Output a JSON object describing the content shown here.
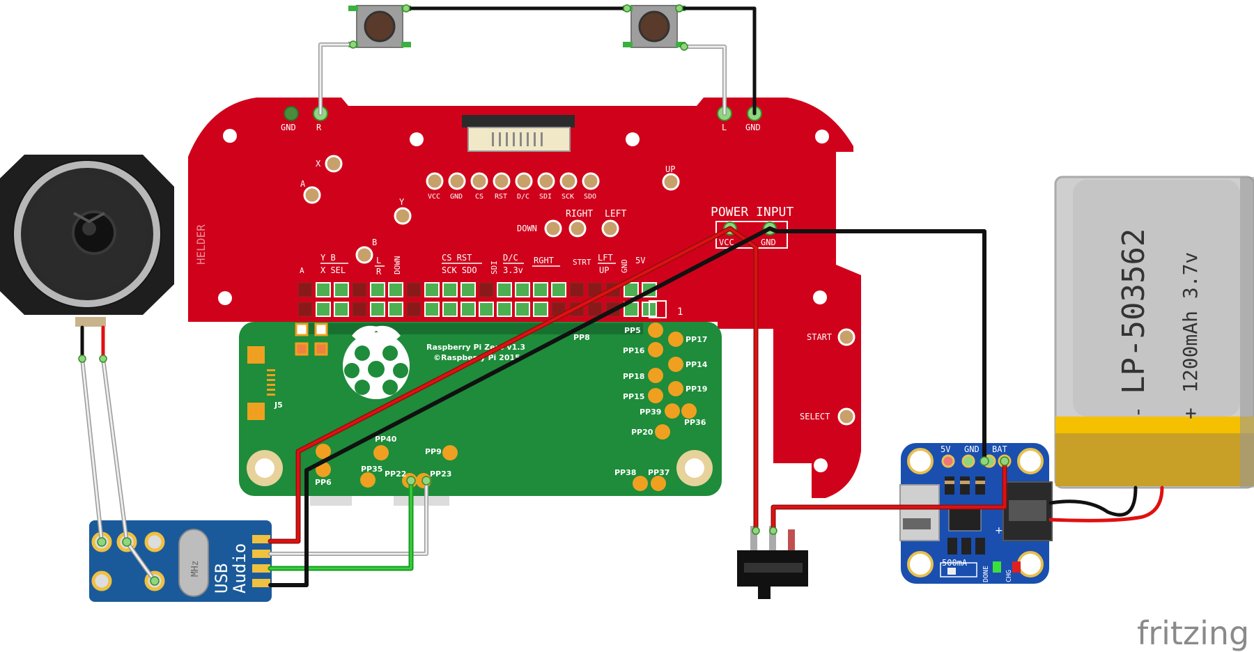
{
  "colors": {
    "pcb_red": "#d0021b",
    "pi_green": "#1e8c3a",
    "wire_red": "#d01010",
    "wire_black": "#111111",
    "wire_white": "#eeeeee",
    "wire_green": "#22b830",
    "pad_gold": "#f0a020",
    "blue_board": "#1a4fb0",
    "battery_gold": "#d8a820"
  },
  "board": {
    "top_labels": {
      "gnd_left": "GND",
      "r": "R",
      "l": "L",
      "gnd_right": "GND"
    },
    "side_label": "HELDER",
    "buttons": {
      "x": "X",
      "a": "A",
      "y": "Y",
      "b": "B",
      "up": "UP",
      "down": "DOWN",
      "right": "RIGHT",
      "left": "LEFT",
      "start": "START",
      "select": "SELECT"
    },
    "lcd_pins": [
      "VCC",
      "GND",
      "CS",
      "RST",
      "D/C",
      "SDI",
      "SCK",
      "SDO"
    ],
    "power_input": "POWER INPUT",
    "power_vcc": "VCC",
    "power_gnd": "GND",
    "header_labels": {
      "a": "A",
      "yb_top": "Y B",
      "xsel": "X SEL",
      "lr_l": "L",
      "lr_r": "R",
      "down": "DOWN",
      "cs_rst": "CS RST",
      "sck_sdo": "SCK SDO",
      "sdi": "SDI",
      "dc": "D/C",
      "v33": "3.3v",
      "rght": "RGHT",
      "strt": "STRT",
      "lft": "LFT",
      "up": "UP",
      "gnd": "GND",
      "v5": "5V"
    },
    "pin_one": "1"
  },
  "pi": {
    "title_line1": "Raspberry Pi Zero v1.3",
    "title_line2": "©Raspberry Pi 2015",
    "j5": "J5",
    "pads": [
      "PP8",
      "PP5",
      "PP17",
      "PP16",
      "PP14",
      "PP18",
      "PP19",
      "PP15",
      "PP39",
      "PP36",
      "PP20",
      "PP40",
      "PP9",
      "PP35",
      "PP22",
      "PP23",
      "PP6",
      "PP38",
      "PP37"
    ]
  },
  "usb_audio": {
    "label_line1": "USB",
    "label_line2": "Audio",
    "crystal": "MHz"
  },
  "charger": {
    "pins": [
      "5V",
      "GND",
      "BAT"
    ],
    "current": "500mA",
    "done": "DONE",
    "chg": "CHG"
  },
  "battery": {
    "model": "LP-503562",
    "capacity": "1200mAh 3.7v",
    "minus": "-",
    "plus": "+"
  },
  "watermark": "fritzing"
}
